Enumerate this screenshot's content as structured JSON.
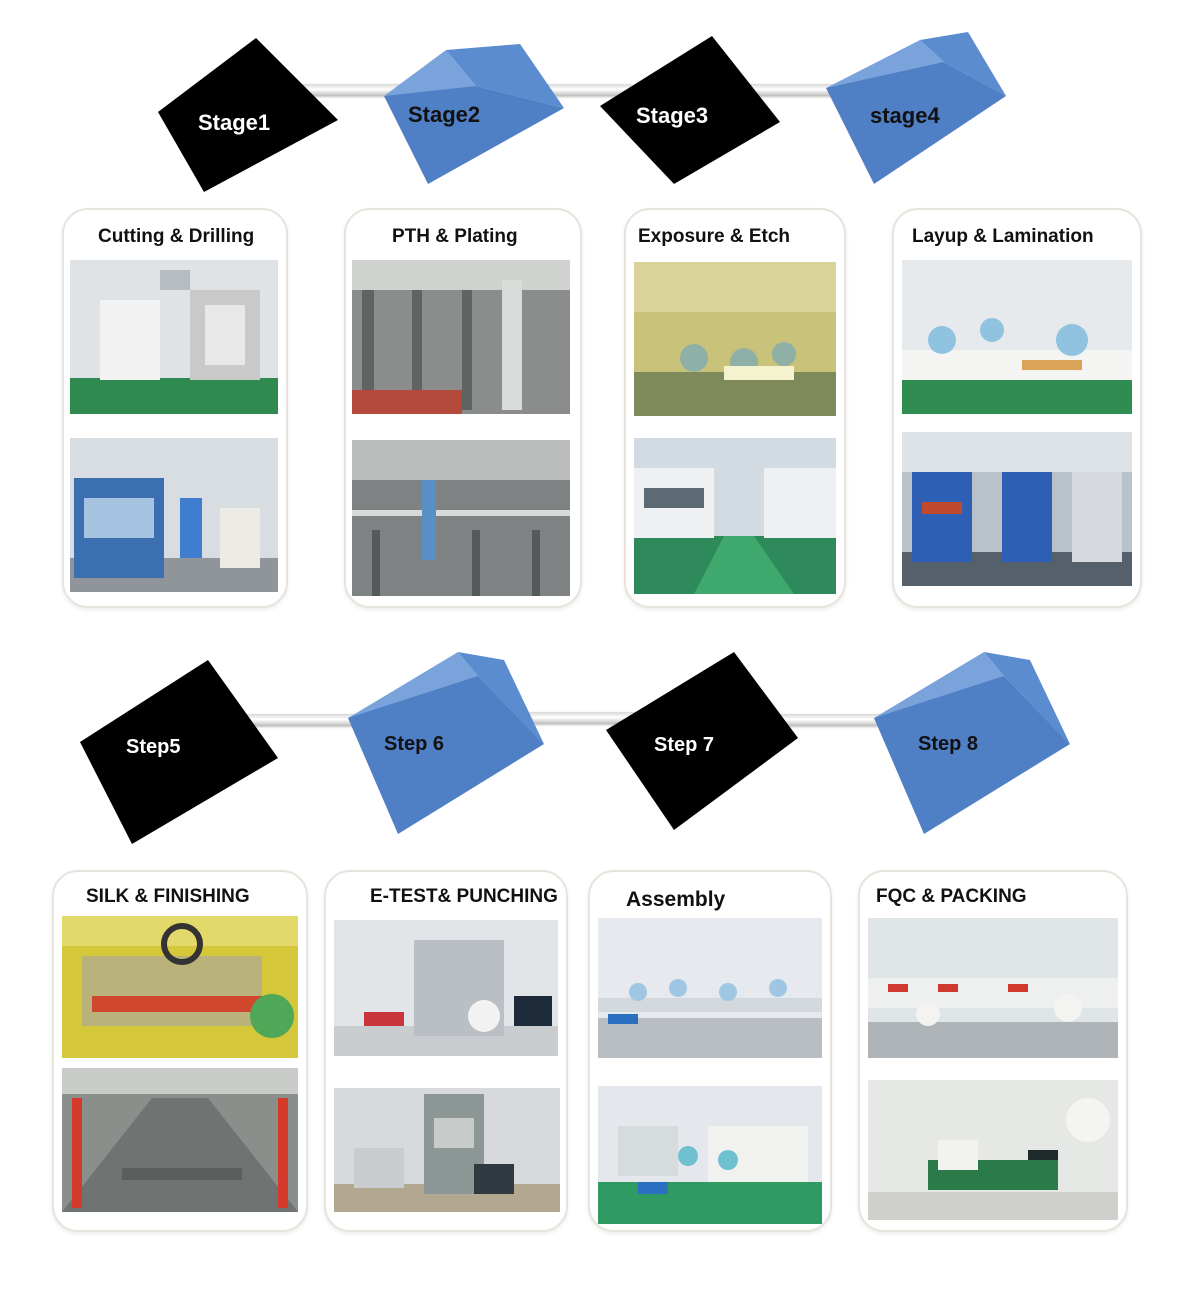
{
  "rows": [
    {
      "stages": [
        {
          "label": "Stage1",
          "color": "#000000"
        },
        {
          "label": "Stage2",
          "color": "#4f7fc4"
        },
        {
          "label": "Stage3",
          "color": "#000000"
        },
        {
          "label": "stage4",
          "color": "#4f7fc4"
        }
      ],
      "cards": [
        {
          "title": "Cutting & Drilling",
          "photos": [
            "cutting-machine-photo",
            "drilling-machine-photo"
          ]
        },
        {
          "title": "PTH & Plating",
          "photos": [
            "plating-line-photo",
            "plating-tanks-photo"
          ]
        },
        {
          "title": "Exposure & Etch",
          "photos": [
            "exposure-room-photo",
            "etching-line-photo"
          ]
        },
        {
          "title": "Layup & Lamination",
          "photos": [
            "layup-room-photo",
            "lamination-press-photo"
          ]
        }
      ]
    },
    {
      "stages": [
        {
          "label": "Step5",
          "color": "#000000"
        },
        {
          "label": "Step 6",
          "color": "#4f7fc4"
        },
        {
          "label": "Step 7",
          "color": "#000000"
        },
        {
          "label": "Step 8",
          "color": "#4f7fc4"
        }
      ],
      "cards": [
        {
          "title": "SILK & FINISHING",
          "photos": [
            "silkscreen-machine-photo",
            "finishing-line-photo"
          ]
        },
        {
          "title": "E-TEST& PUNCHING",
          "photos": [
            "electrical-test-photo",
            "punching-press-photo"
          ]
        },
        {
          "title": "Assembly",
          "photos": [
            "assembly-line-photo",
            "reflow-line-photo"
          ]
        },
        {
          "title": "FQC & PACKING",
          "photos": [
            "fqc-inspection-photo",
            "packing-station-photo"
          ]
        }
      ]
    }
  ]
}
